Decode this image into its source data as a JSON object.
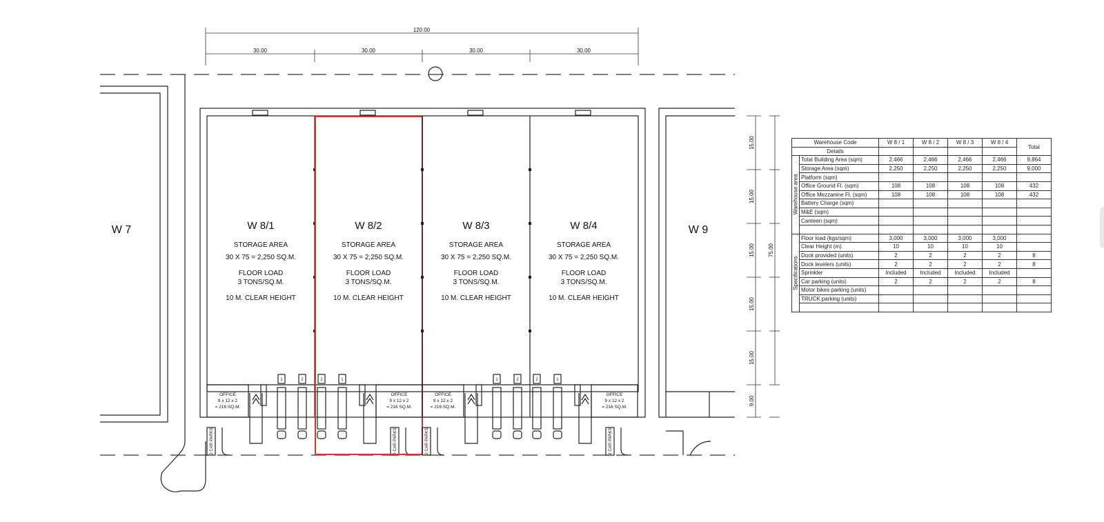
{
  "dimensions": {
    "overall_width": "120.00",
    "bay_widths": [
      "30.00",
      "30.00",
      "30.00",
      "30.00"
    ],
    "bay_depths": [
      "15.00",
      "15.00",
      "15.00",
      "15.00",
      "15.00",
      "9.00"
    ],
    "overall_depth": "75.00"
  },
  "neighbors": {
    "left": "W 7",
    "right": "W 9"
  },
  "warehouses": [
    {
      "code": "W 8/1",
      "area_label": "STORAGE AREA",
      "area_calc": "30 X 75 = 2,250 SQ.M.",
      "load_label": "FLOOR LOAD",
      "load_value": "3 TONS/SQ.M.",
      "height": "10 M. CLEAR HEIGHT",
      "office": [
        "OFFICE",
        "9 x 12 x 2",
        "= 216 SQ.M."
      ],
      "docks": [
        "1",
        "2"
      ],
      "car_parks": "2 CAR PARKS",
      "selected": false
    },
    {
      "code": "W 8/2",
      "area_label": "STORAGE AREA",
      "area_calc": "30 X 75 = 2,250 SQ.M.",
      "load_label": "FLOOR LOAD",
      "load_value": "3 TONS/SQ.M.",
      "height": "10 M. CLEAR HEIGHT",
      "office": [
        "OFFICE",
        "9 x 12 x 2",
        "= 216 SQ.M."
      ],
      "docks": [
        "2",
        "1"
      ],
      "car_parks": "2 CAR PARKS",
      "selected": true
    },
    {
      "code": "W 8/3",
      "area_label": "STORAGE AREA",
      "area_calc": "30 X 75 = 2,250 SQ.M.",
      "load_label": "FLOOR LOAD",
      "load_value": "3 TONS/SQ.M.",
      "height": "10 M. CLEAR HEIGHT",
      "office": [
        "OFFICE",
        "9 x 12 x 2",
        "= 216 SQ.M."
      ],
      "docks": [
        "1",
        "2"
      ],
      "car_parks": "2 CAR PARKS",
      "selected": false
    },
    {
      "code": "W 8/4",
      "area_label": "STORAGE AREA",
      "area_calc": "30 X 75 = 2,250 SQ.M.",
      "load_label": "FLOOR LOAD",
      "load_value": "3 TONS/SQ.M.",
      "height": "10 M. CLEAR HEIGHT",
      "office": [
        "OFFICE",
        "9 x 12 x 2",
        "= 216 SQ.M."
      ],
      "docks": [
        "2",
        "1"
      ],
      "car_parks": "2 CAR PARKS",
      "selected": false
    }
  ],
  "highlight_color": "#d9322b",
  "table": {
    "header": [
      "Warehouse Code",
      "W 8 / 1",
      "W 8 / 2",
      "W 8 / 3",
      "W 8 / 4",
      "Total"
    ],
    "details_label": "Details",
    "groups": [
      {
        "name": "Warehouse area",
        "rows": [
          [
            "Total Building Area (sqm)",
            "2,466",
            "2,466",
            "2,466",
            "2,466",
            "9,864"
          ],
          [
            "Storage Area (sqm)",
            "2,250",
            "2,250",
            "2,250",
            "2,250",
            "9,000"
          ],
          [
            "Platform (sqm)",
            "",
            "",
            "",
            "",
            ""
          ],
          [
            "Office Ground Fl. (sqm)",
            "108",
            "108",
            "108",
            "108",
            "432"
          ],
          [
            "Office Mezzanine Fl. (sqm)",
            "108",
            "108",
            "108",
            "108",
            "432"
          ],
          [
            "Battery Charge  (sqm)",
            "",
            "",
            "",
            "",
            ""
          ],
          [
            "M&E  (sqm)",
            "",
            "",
            "",
            "",
            ""
          ],
          [
            "Canteen  (sqm)",
            "",
            "",
            "",
            "",
            ""
          ],
          [
            "",
            "",
            "",
            "",
            "",
            ""
          ]
        ]
      },
      {
        "name": "Specifications",
        "rows": [
          [
            "Floor load (kgs/sqm)",
            "3,000",
            "3,000",
            "3,000",
            "3,000",
            ""
          ],
          [
            "Clear Height (m)",
            "10",
            "10",
            "10",
            "10",
            ""
          ],
          [
            "Dock provided (units)",
            "2",
            "2",
            "2",
            "2",
            "8"
          ],
          [
            "Dock levelers (units)",
            "2",
            "2",
            "2",
            "2",
            "8"
          ],
          [
            "Sprinkler",
            "Included",
            "Included",
            "Included",
            "Included",
            ""
          ],
          [
            "Car parking (units)",
            "2",
            "2",
            "2",
            "2",
            "8"
          ],
          [
            "Motor bikes parking (units)",
            "",
            "",
            "",
            "",
            ""
          ],
          [
            "TRUCK parking (units)",
            "",
            "",
            "",
            "",
            ""
          ],
          [
            "",
            "",
            "",
            "",
            "",
            ""
          ]
        ]
      }
    ]
  }
}
